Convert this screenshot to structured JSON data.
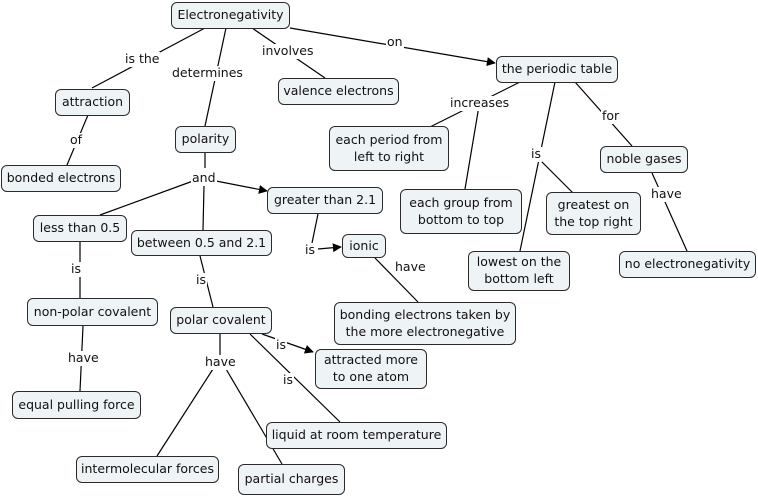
{
  "concepts": {
    "electronegativity": "Electronegativity",
    "attraction": "attraction",
    "bonded_electrons": "bonded electrons",
    "polarity": "polarity",
    "valence_electrons": "valence electrons",
    "periodic_table": "the periodic table",
    "each_period": "each period from\nleft to right",
    "each_group": "each group from\nbottom to top",
    "greatest_top_right": "greatest on\nthe top right",
    "noble_gases": "noble gases",
    "lowest_bottom_left": "lowest on the\nbottom left",
    "no_electronegativity": "no electronegativity",
    "greater_than": "greater than 2.1",
    "ionic": "ionic",
    "bonding_electrons": "bonding electrons taken by\nthe more electronegative",
    "less_than": "less than 0.5",
    "between": "between 0.5 and 2.1",
    "non_polar_covalent": "non-polar covalent",
    "equal_pulling_force": "equal pulling force",
    "polar_covalent": "polar covalent",
    "attracted_more": "attracted more\nto one atom",
    "liquid_room_temp": "liquid at room temperature",
    "intermolecular_forces": "intermolecular forces",
    "partial_charges": "partial charges"
  },
  "links": {
    "is_the": "is the",
    "determines": "determines",
    "involves": "involves",
    "on": "on",
    "of": "of",
    "increases": "increases",
    "for": "for",
    "is_table": "is",
    "have_noble": "have",
    "and": "and",
    "is_ionic": "is",
    "have_ionic": "have",
    "is_nonpolar": "is",
    "have_nonpolar": "have",
    "is_polar": "is",
    "have_polar": "have",
    "is_attracted": "is",
    "is_liquid": "is"
  }
}
